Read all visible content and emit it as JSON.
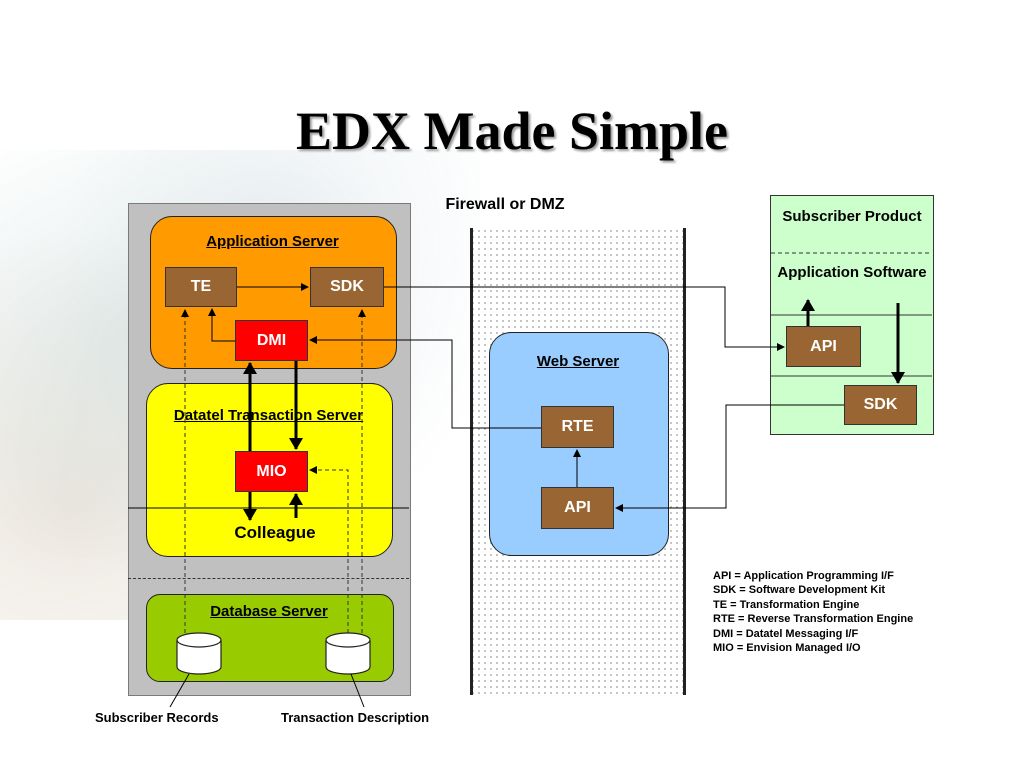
{
  "title": "EDX Made Simple",
  "firewall_label": "Firewall or DMZ",
  "application_server": {
    "label": "Application Server",
    "te": "TE",
    "sdk": "SDK",
    "dmi": "DMI"
  },
  "transaction_server": {
    "label": "Datatel Transaction Server",
    "mio": "MIO",
    "colleague": "Colleague"
  },
  "database_server": {
    "label": "Database Server"
  },
  "web_server": {
    "label": "Web Server",
    "rte": "RTE",
    "api": "API"
  },
  "subscriber": {
    "product": "Subscriber Product",
    "application_software": "Application Software",
    "api": "API",
    "sdk": "SDK"
  },
  "legend": [
    "API = Application Programming I/F",
    "SDK = Software Development Kit",
    "TE = Transformation Engine",
    "RTE = Reverse Transformation Engine",
    "DMI = Datatel Messaging I/F",
    "MIO = Envision Managed I/O"
  ],
  "captions": {
    "subscriber_records": "Subscriber Records",
    "transaction_description": "Transaction Description"
  }
}
